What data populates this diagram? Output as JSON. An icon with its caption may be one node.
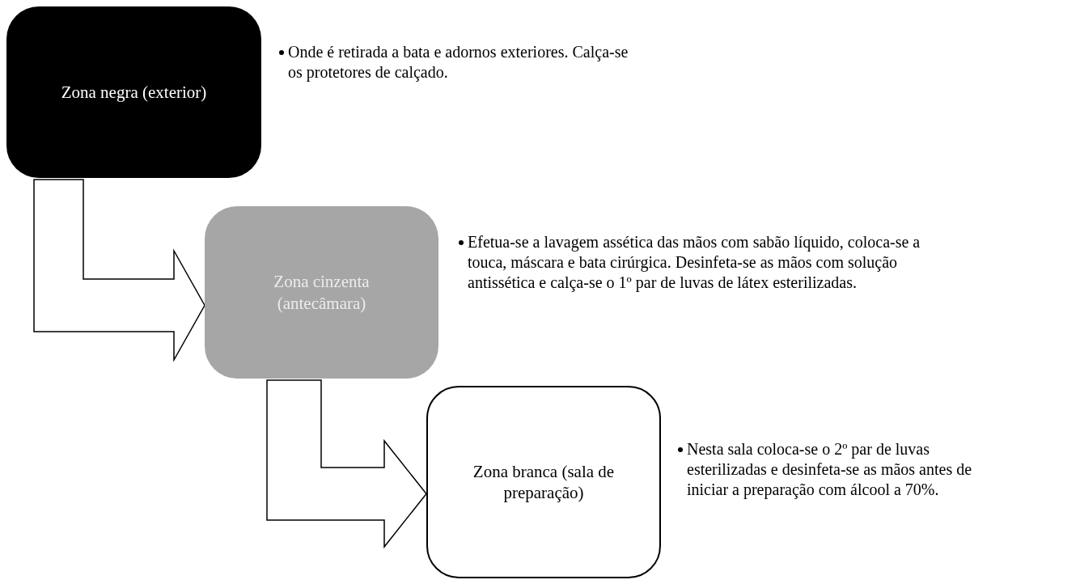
{
  "diagram": {
    "nodes": [
      {
        "text": [
          "Zona negra (exterior)"
        ],
        "beside": [
          "Onde é retirada a bata e adornos exteriores. Calça-se os protetores de calçado."
        ]
      },
      {
        "text": [
          "Zona cinzenta (antecâmara)"
        ],
        "beside": [
          "Efetua-se a lavagem assética das mãos com sabão líquido, coloca-se a touca, máscara e bata cirúrgica. Desinfeta-se as mãos com solução antissética e calça-se o 1º par de luvas de látex esterilizadas."
        ]
      },
      {
        "text": [
          "Zona branca (sala de preparação)"
        ],
        "beside": [
          "Nesta sala coloca-se o 2º par de luvas esterilizadas e desinfeta-se as mãos antes de iniciar a preparação com álcool a 70%."
        ]
      }
    ],
    "edges": [
      {
        "from": 0,
        "to": 1,
        "arrow": "to"
      },
      {
        "from": 1,
        "to": 2,
        "arrow": "to"
      }
    ]
  }
}
